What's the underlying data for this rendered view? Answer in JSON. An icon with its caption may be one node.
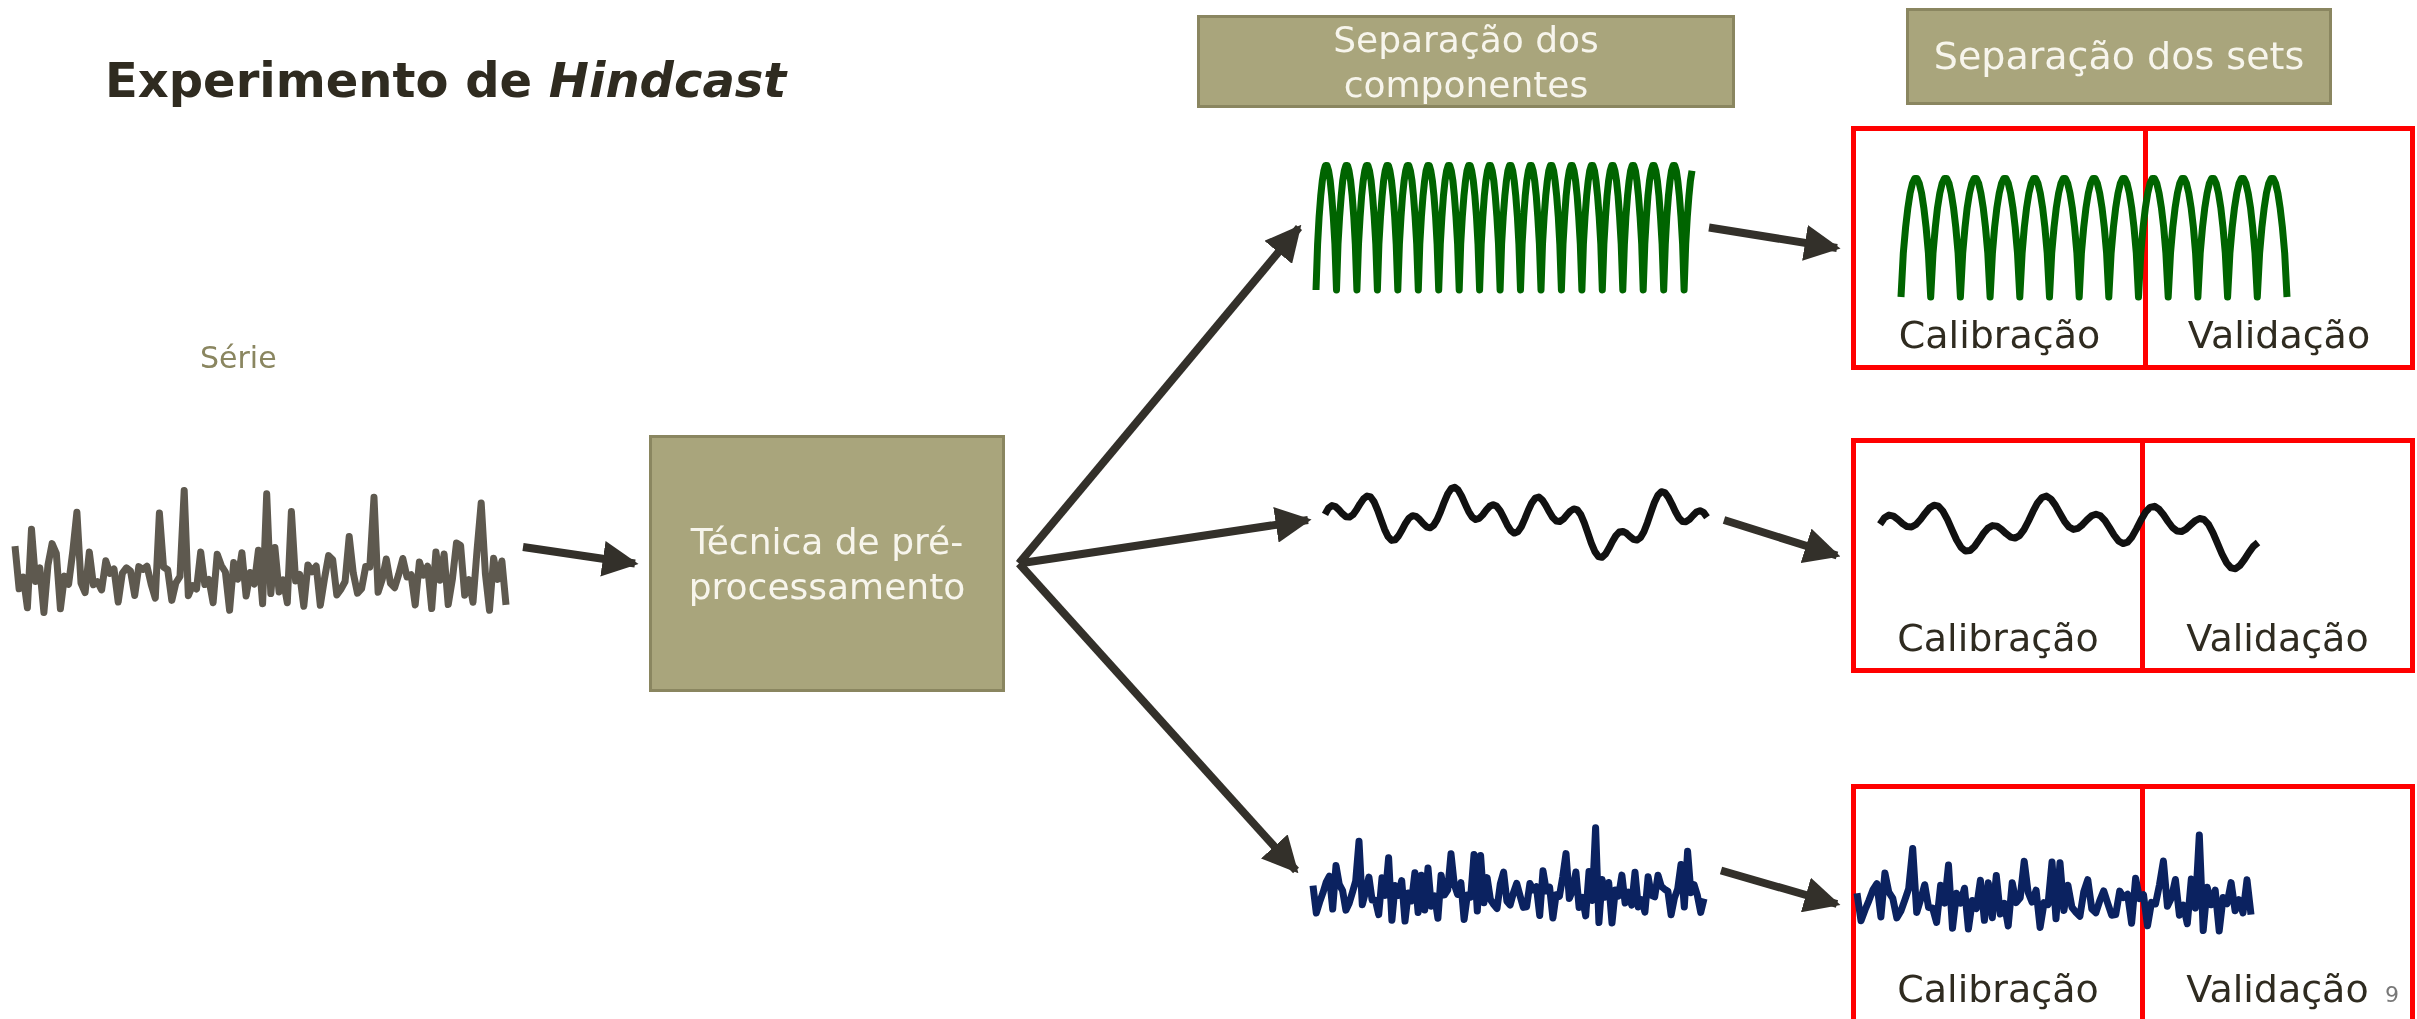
{
  "diagram": {
    "title": "Experimento de *Hindcast*",
    "nodes": [
      {
        "text": [],
        "shape": "picture",
        "beside": [
          "Série"
        ]
      },
      {
        "text": [
          "Técnica de pré-processamento"
        ]
      },
      {
        "text": [
          "Separação dos componentes"
        ]
      },
      {
        "text": [
          "Separação dos sets"
        ]
      },
      {
        "text": [],
        "shape": "picture"
      },
      {
        "text": [
          "Calibração"
        ]
      },
      {
        "text": [
          "Validação"
        ]
      },
      {
        "text": [],
        "shape": "picture"
      },
      {
        "text": [
          "Calibração"
        ]
      },
      {
        "text": [
          "Validação"
        ]
      },
      {
        "text": [],
        "shape": "picture"
      },
      {
        "text": [
          "Calibração"
        ]
      },
      {
        "text": [
          "Validação"
        ]
      },
      {
        "text": [],
        "shape": "picture"
      },
      {
        "text": [],
        "shape": "picture"
      },
      {
        "text": [],
        "shape": "picture"
      }
    ],
    "edges": [
      {
        "from": 0,
        "to": 1,
        "arrow": "to"
      },
      {
        "from": 1,
        "to": 4,
        "arrow": "to"
      },
      {
        "from": 1,
        "to": 7,
        "arrow": "to"
      },
      {
        "from": 1,
        "to": 10,
        "arrow": "to"
      },
      {
        "from": 4,
        "to": 5,
        "arrow": "to"
      },
      {
        "from": 7,
        "to": 8,
        "arrow": "to"
      },
      {
        "from": 10,
        "to": 11,
        "arrow": "to"
      }
    ],
    "labels": [
      "9"
    ]
  }
}
